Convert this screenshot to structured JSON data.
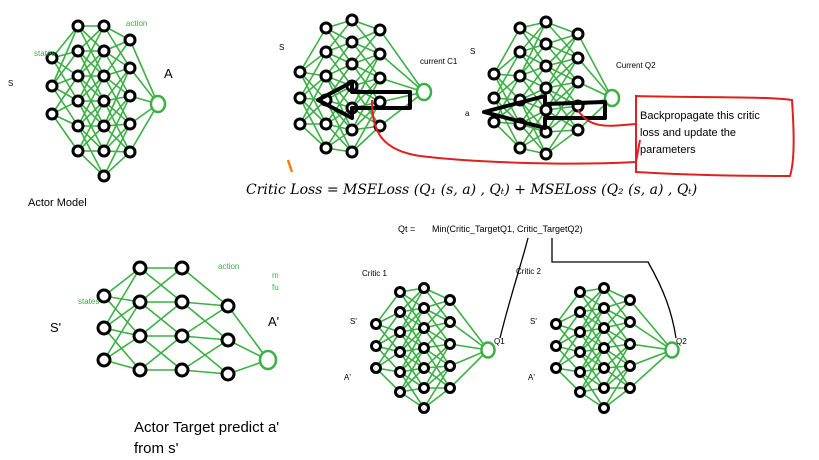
{
  "actor": {
    "title": "Actor Model",
    "input_label": "S",
    "states_label": "states",
    "action_label": "action",
    "output_label": "A"
  },
  "critic1": {
    "input_s_label": "S",
    "output_label": "current C1"
  },
  "critic2": {
    "input_s_label": "S",
    "input_a_label": "a",
    "output_label": "Current Q2"
  },
  "backprop_note": {
    "lines": [
      "Backpropagate this critic",
      "loss and update the",
      "parameters"
    ]
  },
  "critic_loss": {
    "formula": "Critic Loss = MSELoss (Q₁ (s, a) , Qₜ) + MSELoss (Q₂ (s, a) , Qₜ)"
  },
  "qt": {
    "label": "Qt =",
    "expression": "Min(Critic_TargetQ1, Critic_TargetQ2)"
  },
  "actor_target": {
    "input_label": "S'",
    "states_label": "states",
    "action_label": "action",
    "output_label": "A'",
    "side_label_m": "m",
    "side_label_fu": "fu",
    "caption_line1": "Actor Target predict a'",
    "caption_line2": "from s'"
  },
  "critic_target1": {
    "title": "Critic 1",
    "input_s_label": "S'",
    "input_a_label": "A'",
    "output_label": "Q1"
  },
  "critic_target2": {
    "title": "Critic 2",
    "input_s_label": "S'",
    "input_a_label": "A'",
    "output_label": "Q2"
  },
  "colors": {
    "network_green": "#3cb044",
    "node_black": "#000000",
    "highlight_red": "#e02020",
    "accent_orange": "#f08020"
  }
}
